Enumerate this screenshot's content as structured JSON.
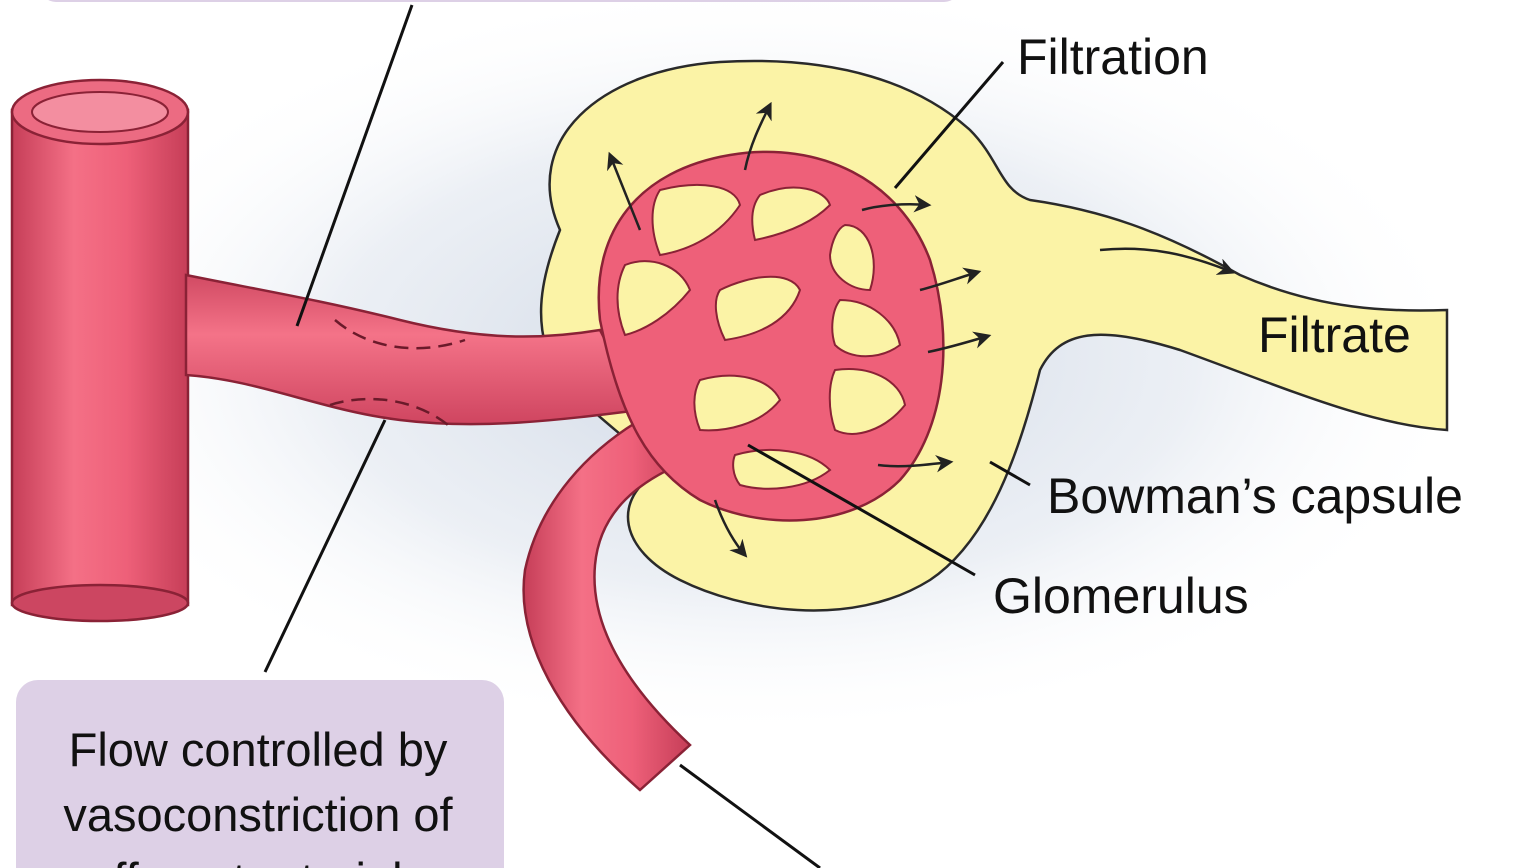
{
  "labels": {
    "filtration": "Filtration",
    "filtrate": "Filtrate",
    "bowmans_capsule": "Bowman’s capsule",
    "glomerulus": "Glomerulus"
  },
  "callout_box": {
    "line1": "Flow controlled by",
    "line2": "vasoconstriction of",
    "line3": "efferent arteriole"
  },
  "colors": {
    "vessel": "#e9576f",
    "vessel_dark": "#b8304a",
    "capsule": "#fbf3a6",
    "callout_box": "#ddd0e6",
    "background_glow": "#dfe5ee"
  }
}
